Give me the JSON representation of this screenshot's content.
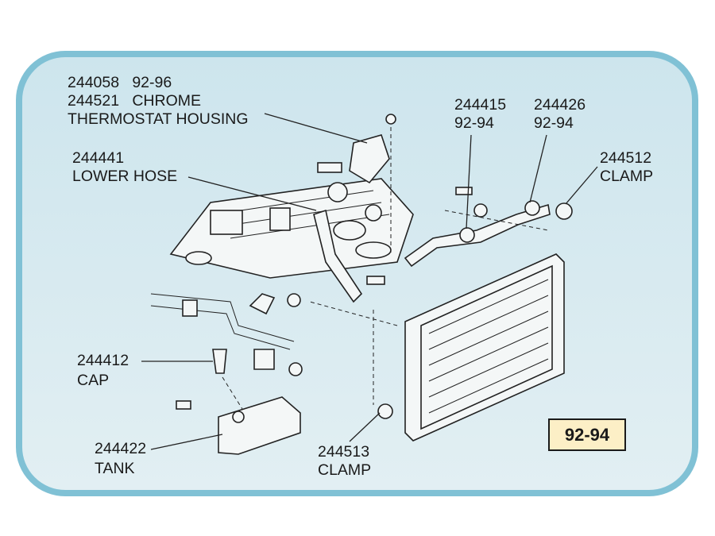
{
  "labels": {
    "thermostat": {
      "line1": "244058   92-96",
      "line2": "244521   CHROME",
      "line3": "THERMOSTAT HOUSING"
    },
    "lower_hose": {
      "line1": "244441",
      "line2": "LOWER HOSE"
    },
    "hose_244415": {
      "line1": "244415",
      "line2": "92-94"
    },
    "hose_244426": {
      "line1": "244426",
      "line2": "92-94"
    },
    "clamp_244512": {
      "line1": "244512",
      "line2": "CLAMP"
    },
    "cap": {
      "line1": "244412",
      "line2": "CAP"
    },
    "tank": {
      "line1": "244422",
      "line2": "TANK"
    },
    "clamp_244513": {
      "line1": "244513",
      "line2": "CLAMP"
    }
  },
  "badge": "92-94",
  "colors": {
    "frame": "#80c1d5",
    "badge_fill": "#fcefc6"
  }
}
